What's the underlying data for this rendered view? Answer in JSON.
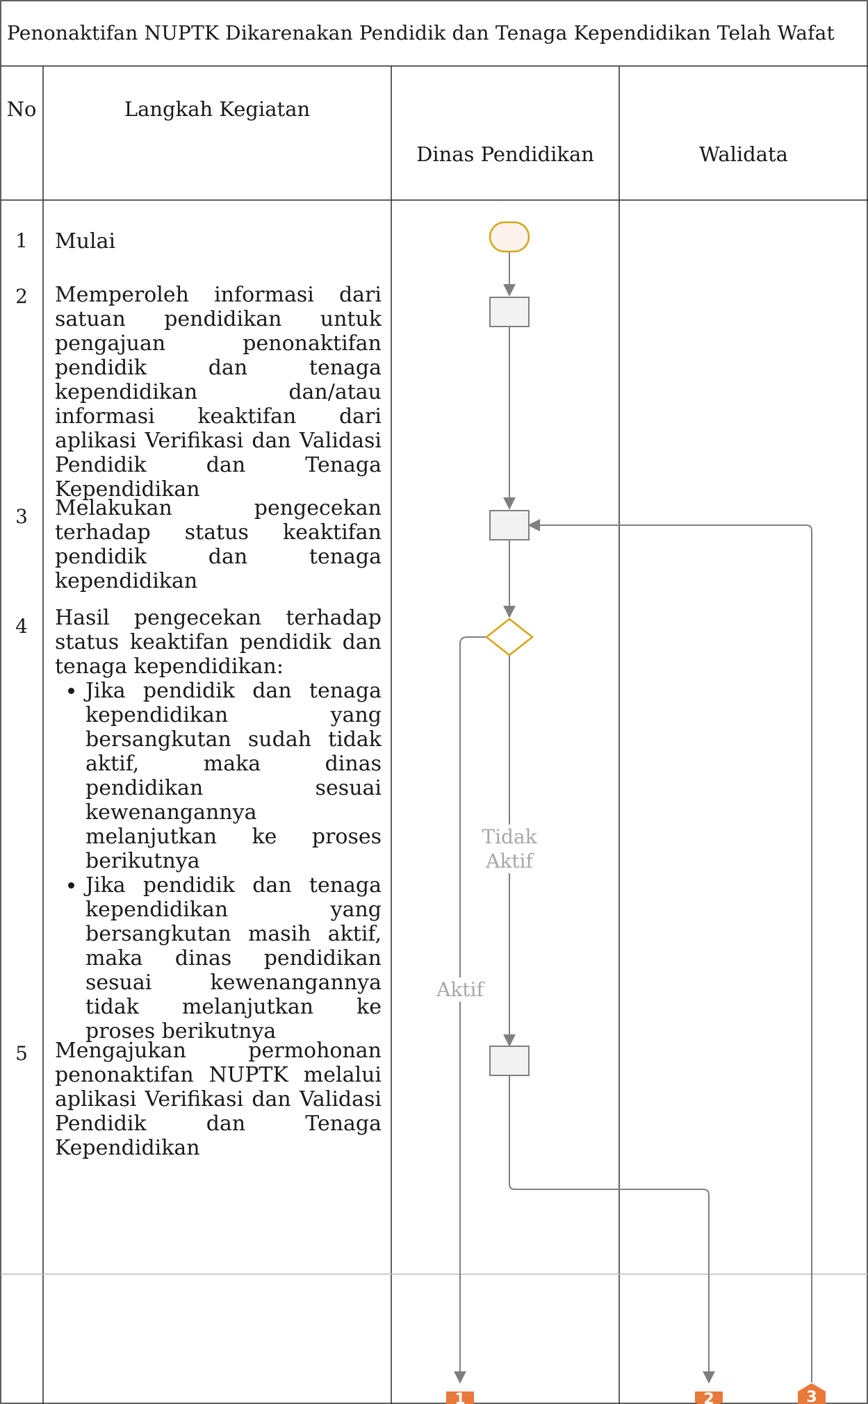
{
  "title": "Penonaktifan NUPTK Dikarenakan Pendidik dan Tenaga Kependidikan Telah Wafat",
  "headers": {
    "no": "No",
    "activity": "Langkah Kegiatan",
    "lane1": "Dinas Pendidikan",
    "lane2": "Walidata"
  },
  "steps": [
    {
      "no": "1",
      "text": "Mulai"
    },
    {
      "no": "2",
      "text": "Memperoleh informasi dari satuan pendidikan untuk pengajuan penonaktifan pendidik dan tenaga kependidikan dan/atau informasi keaktifan dari aplikasi Verifikasi dan Validasi Pendidik dan Tenaga Kependidikan"
    },
    {
      "no": "3",
      "text": "Melakukan pengecekan terhadap status keaktifan pendidik dan tenaga kependidikan"
    },
    {
      "no": "4",
      "text": "Hasil pengecekan terhadap status keaktifan pendidik dan tenaga kependidikan:",
      "bullets": [
        "Jika pendidik dan tenaga kependidikan yang bersangkutan sudah tidak aktif, maka dinas pendidikan sesuai kewenangannya melanjutkan ke proses berikutnya",
        "Jika pendidik dan tenaga kependidikan yang bersangkutan masih aktif, maka dinas pendidikan sesuai kewenangannya tidak melanjutkan ke proses berikutnya"
      ]
    },
    {
      "no": "5",
      "text": "Mengajukan permohonan penonaktifan NUPTK melalui aplikasi Verifikasi dan Validasi Pendidik dan Tenaga Kependidikan"
    }
  ],
  "flow_labels": {
    "tidak_aktif_1": "Tidak",
    "tidak_aktif_2": "Aktif",
    "aktif": "Aktif"
  },
  "connectors": {
    "c1": "1",
    "c2": "2",
    "c3": "3"
  },
  "colors": {
    "border": "#2b2b2b",
    "divider": "#bbbbbb",
    "arrow": "#7f7f7f",
    "terminator_fill": "#fdf3ec",
    "terminator_stroke": "#d6a514",
    "process_fill": "#f2f2f2",
    "process_stroke": "#7f7f7f",
    "decision_stroke": "#d6a514",
    "connector_fill": "#e8793a",
    "label_gray": "#a7a7a7"
  }
}
